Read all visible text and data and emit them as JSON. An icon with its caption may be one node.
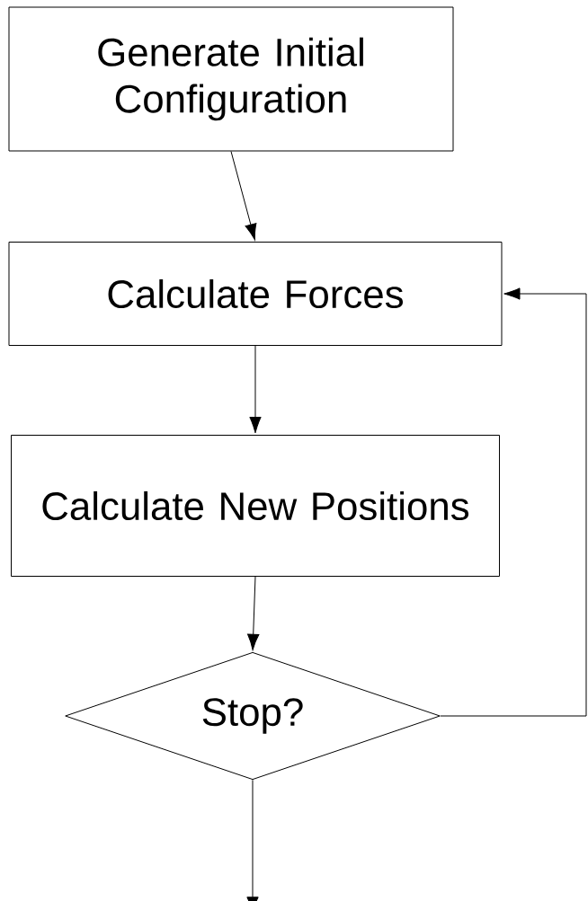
{
  "diagram": {
    "nodes": [
      {
        "text": [
          "Generate Initial Configuration"
        ]
      },
      {
        "text": [
          "Calculate Forces"
        ]
      },
      {
        "text": [
          "Calculate New Positions"
        ]
      },
      {
        "text": [
          "Stop?"
        ]
      }
    ],
    "edges": [
      {
        "from": 0,
        "to": 1,
        "arrow": "to"
      },
      {
        "from": 1,
        "to": 2,
        "arrow": "to"
      },
      {
        "from": 2,
        "to": 3,
        "arrow": "to"
      },
      {
        "from": 3,
        "to": 1,
        "arrow": "to"
      },
      {
        "from": 3,
        "to": null,
        "arrow": "to"
      }
    ]
  }
}
